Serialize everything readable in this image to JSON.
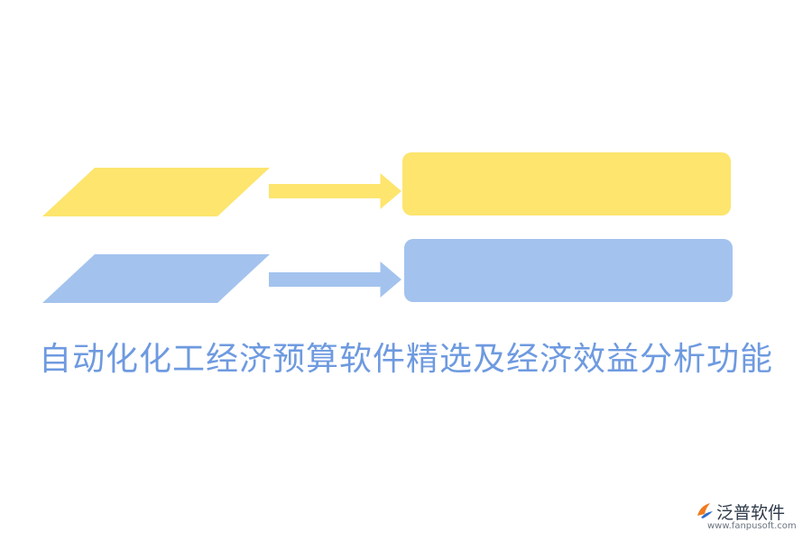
{
  "colors": {
    "yellow": "#FDE56E",
    "blue": "#A3C3EE",
    "title": "#6E9AE0",
    "logo_orange": "#F07B1F",
    "logo_blue": "#2E6FCB"
  },
  "title": "自动化化工经济预算软件精选及经济效益分析功能",
  "logo": {
    "name": "泛普软件",
    "url": "www.fanpusoft.com",
    "icon": "fanpu-logo-icon"
  }
}
